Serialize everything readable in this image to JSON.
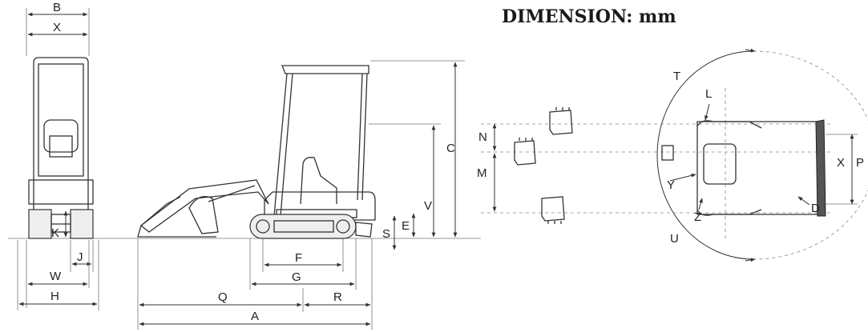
{
  "title": "DIMENSION: mm",
  "front_view": {
    "labels": [
      "B",
      "X",
      "K",
      "J",
      "W",
      "H"
    ]
  },
  "side_view": {
    "labels": [
      "C",
      "V",
      "E",
      "S",
      "F",
      "G",
      "Q",
      "R",
      "A"
    ]
  },
  "top_view": {
    "labels": [
      "T",
      "L",
      "N",
      "M",
      "X",
      "P",
      "Y",
      "Z",
      "D",
      "U"
    ]
  }
}
